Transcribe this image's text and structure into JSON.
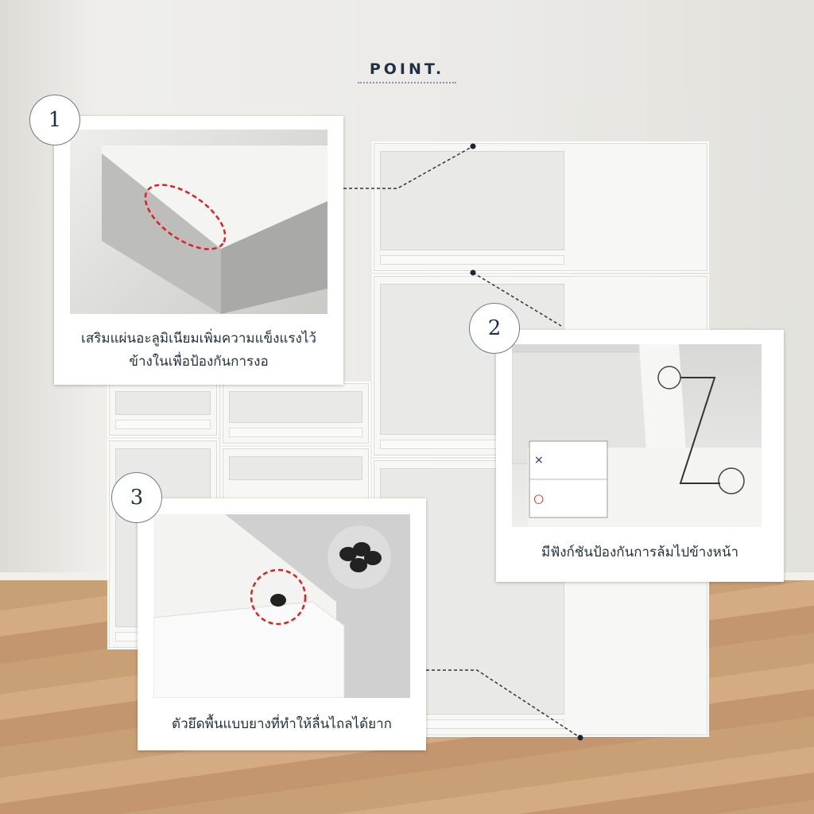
{
  "header": {
    "title": "POINT."
  },
  "points": [
    {
      "number": "1",
      "caption_line1": "เสริมแผ่นอะลูมิเนียมเพิ่มความแข็งแรงไว้",
      "caption_line2": "ข้างในเพื่อป้องกันการงอ"
    },
    {
      "number": "2",
      "caption": "มีฟังก์ชันป้องกันการล้มไปข้างหน้า",
      "diagram_wrong": "×",
      "diagram_right": "○"
    },
    {
      "number": "3",
      "caption": "ตัวยึดพื้นแบบยางที่ทำให้ลื่นไถลได้ยาก"
    }
  ],
  "colors": {
    "accent": "#e02020",
    "text": "#1f2f3d"
  }
}
